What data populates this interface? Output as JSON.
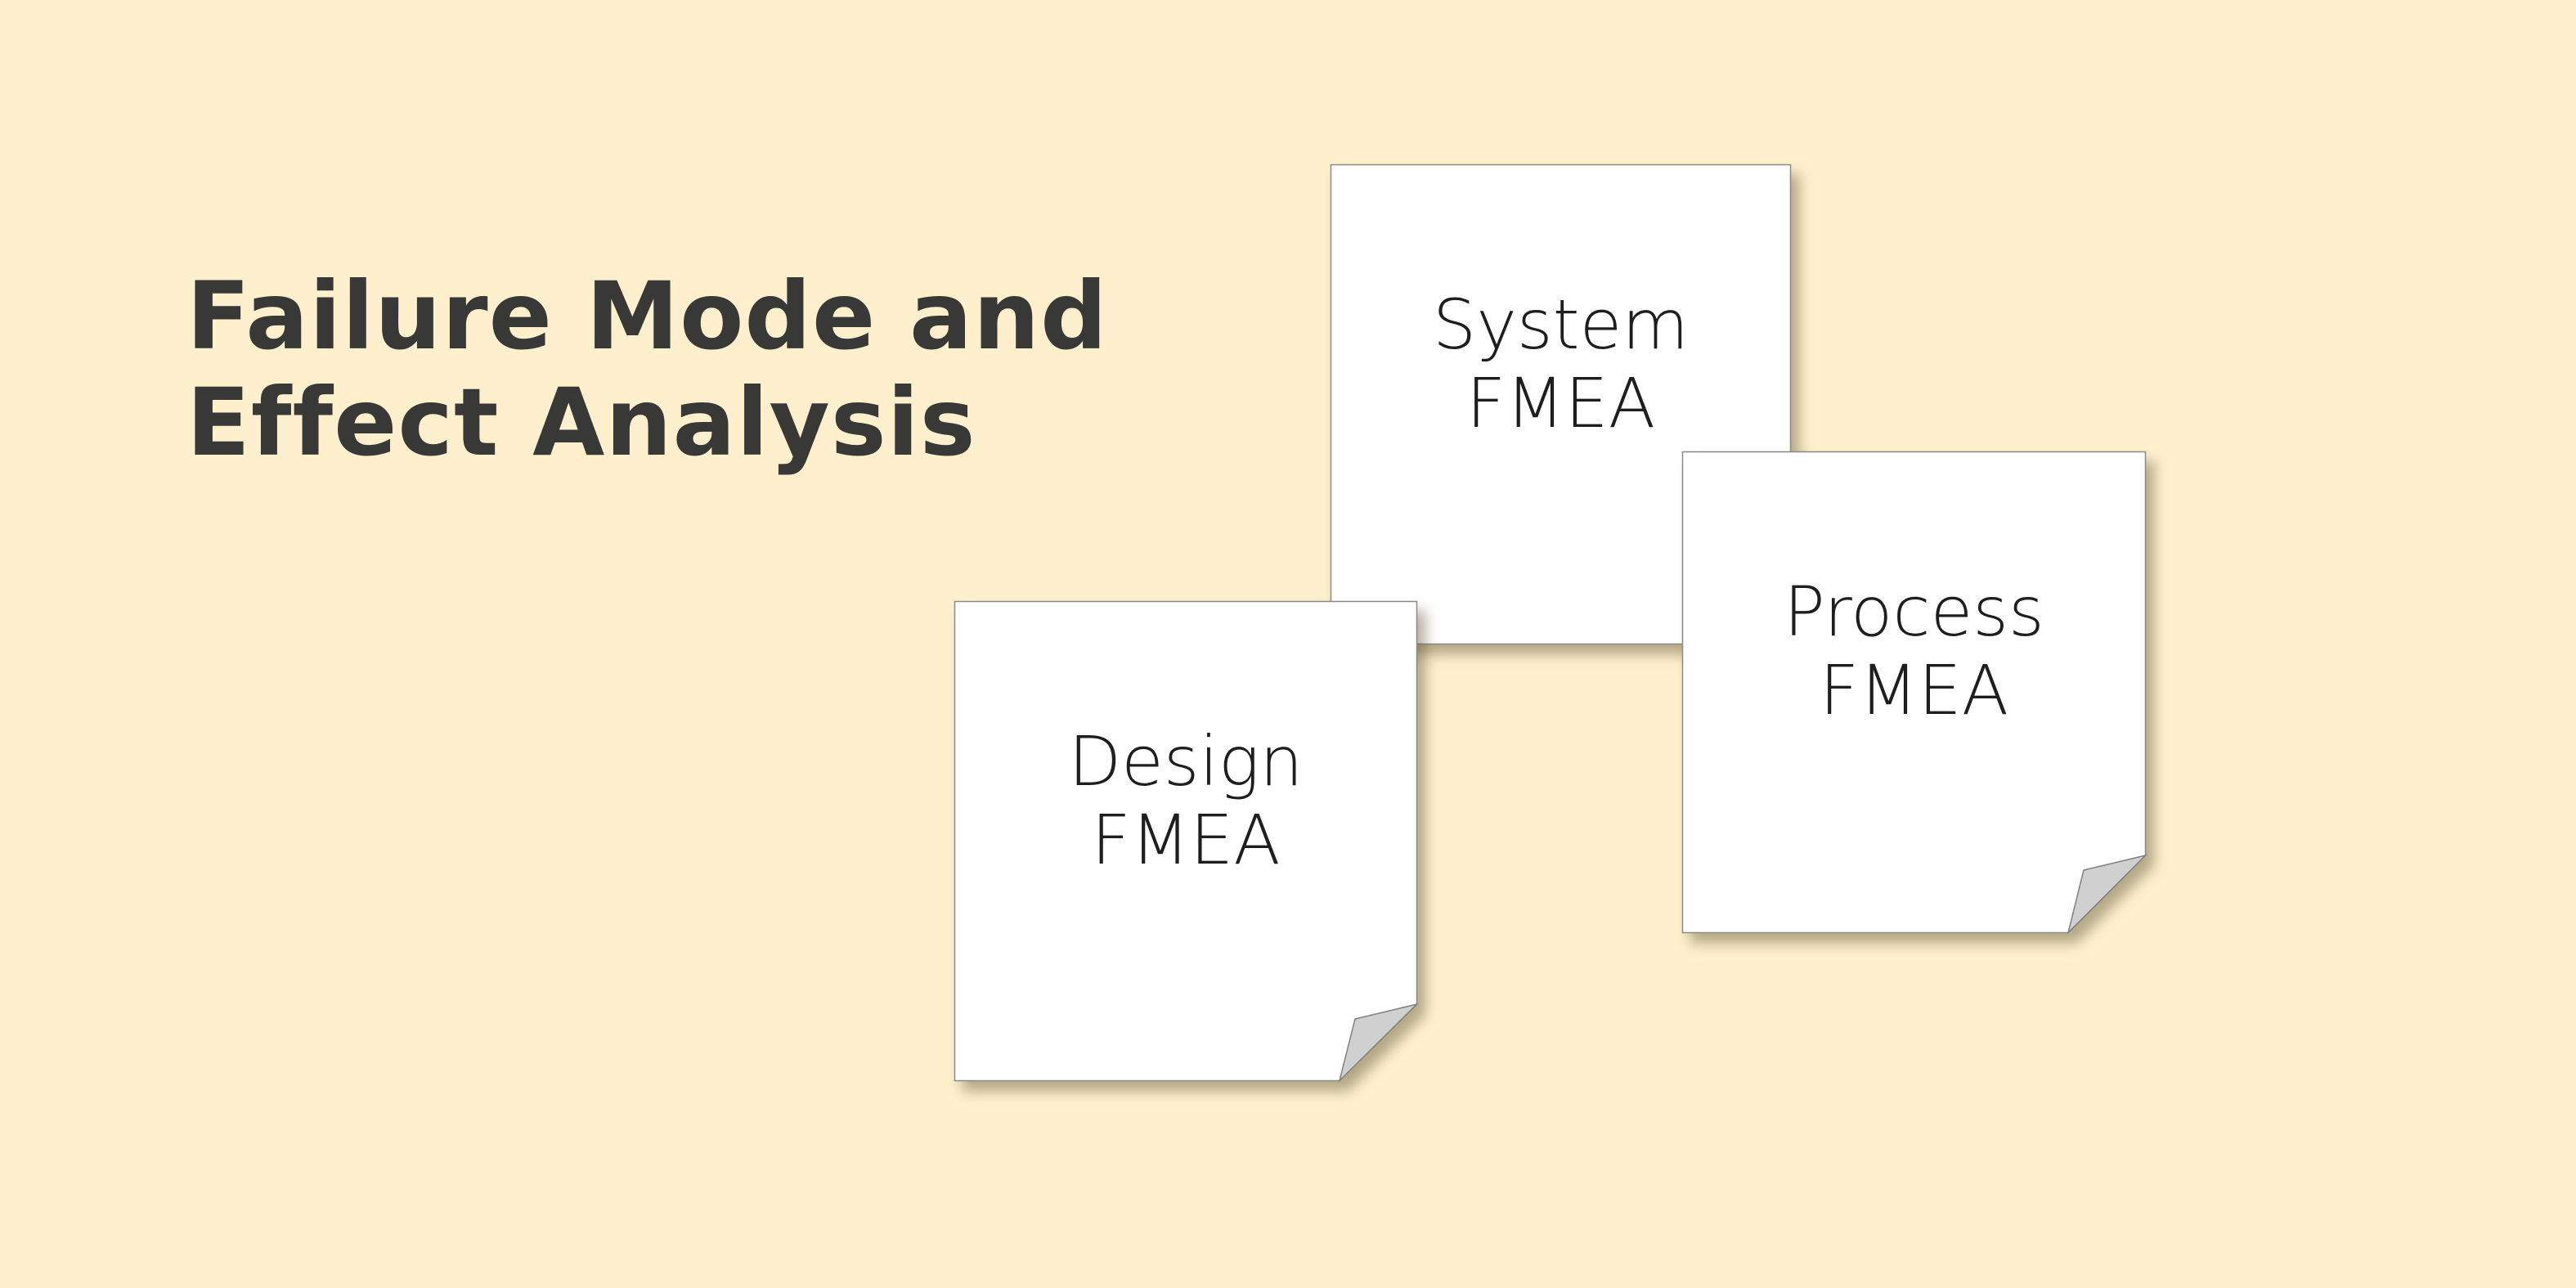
{
  "title": {
    "line1": "Failure Mode and",
    "line2": "Effect Analysis"
  },
  "cards": [
    {
      "line1": "System",
      "line2": "FMEA",
      "curled": false
    },
    {
      "line1": "Process",
      "line2": "FMEA",
      "curled": true
    },
    {
      "line1": "Design",
      "line2": "FMEA",
      "curled": true
    }
  ],
  "colors": {
    "background": "#fef0cc",
    "card": "#ffffff",
    "curl": "#d0d0d0",
    "title": "#383836"
  }
}
